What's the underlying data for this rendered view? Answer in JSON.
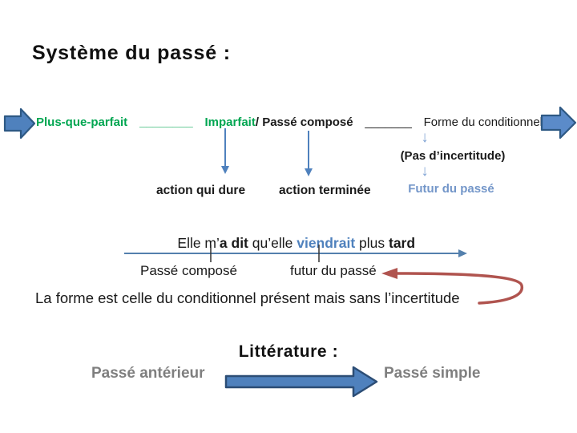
{
  "slide": {
    "title": "Système du passé :",
    "tense_row": {
      "plus_que_parfait": "Plus-que-parfait",
      "blank1": "________",
      "imparfait": "Imparfait",
      "separator": "/",
      "passe_compose": "Passé composé",
      "blank2": "_______",
      "forme_du_conditionnel": "Forme du conditionnel"
    },
    "conditionnel_branch": {
      "down_arrow_1": "↓",
      "no_uncertainty": "(Pas d’incertitude)",
      "down_arrow_2": "↓",
      "futur_du_passe": "Futur du passé"
    },
    "tense_functions": {
      "imparfait_role": "action qui dure",
      "passe_compose_role": "action terminée"
    },
    "example_sentence": {
      "part_1": "Elle m’",
      "part_2": "a dit",
      "part_3": " qu’elle ",
      "part_4": "viendrait",
      "part_5": " plus ",
      "part_6": "tard"
    },
    "timeline_labels": {
      "left": "Passé composé",
      "right": "futur du passé"
    },
    "note": "La forme est celle du conditionnel présent mais sans l’incertitude",
    "literature_section": {
      "heading": "Littérature :",
      "passe_anterieur": "Passé antérieur",
      "passe_simple": "Passé simple"
    },
    "colors": {
      "green_text": "#00A651",
      "steel_blue": "#4F81BD",
      "light_blue_text": "#7396C9",
      "down_arrow_blue": "#7FA3D4",
      "red_arrow": "#B0544F",
      "gray_text": "#7F7F7F",
      "arrow_border": "#2E5984",
      "text_black": "#1A1A1A"
    }
  }
}
